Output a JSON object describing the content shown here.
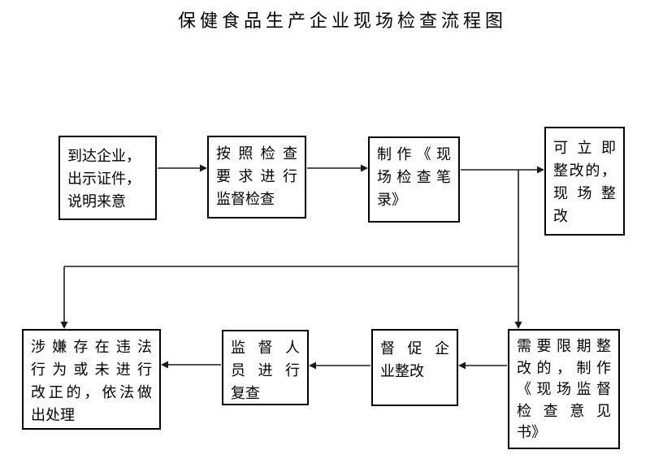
{
  "title": "保健食品生产企业现场检查流程图",
  "colors": {
    "background": "#ffffff",
    "line": "#1a1a1a",
    "text": "#000000"
  },
  "boxes": {
    "arrive": {
      "text": "到达企业，出示证件，说明来意",
      "lines": [
        "到达企业，",
        "出示证件，",
        "说明来意"
      ]
    },
    "inspect": {
      "text": "按照检查要求进行监督检查",
      "lines": [
        "按照检查",
        "要求进行",
        "监督检查"
      ]
    },
    "record": {
      "text": "制作《现场检查笔录》",
      "lines": [
        "制作《现",
        "场检查笔",
        "录》"
      ]
    },
    "immediate": {
      "text": "可立即整改的，现场整改",
      "lines": [
        "可立即",
        "整改的，",
        "现场整",
        "改"
      ]
    },
    "deadline": {
      "text": "需要限期整改的，制作《现场监督检查意见书》",
      "lines": [
        "需要限期整",
        "改的，制作",
        "《现场监督",
        "检查意见",
        "书》"
      ]
    },
    "urge": {
      "text": "督促企业整改",
      "lines": [
        "督促企",
        "业整改"
      ]
    },
    "recheck": {
      "text": "监督人员进行复查",
      "lines": [
        "监督人",
        "员进行",
        "复查"
      ]
    },
    "punish": {
      "text": "涉嫌存在违法行为或未进行改正的，依法做出处理",
      "lines": [
        "涉嫌存在违法",
        "行为或未进行",
        "改正的，依法做",
        "出处理"
      ]
    }
  }
}
